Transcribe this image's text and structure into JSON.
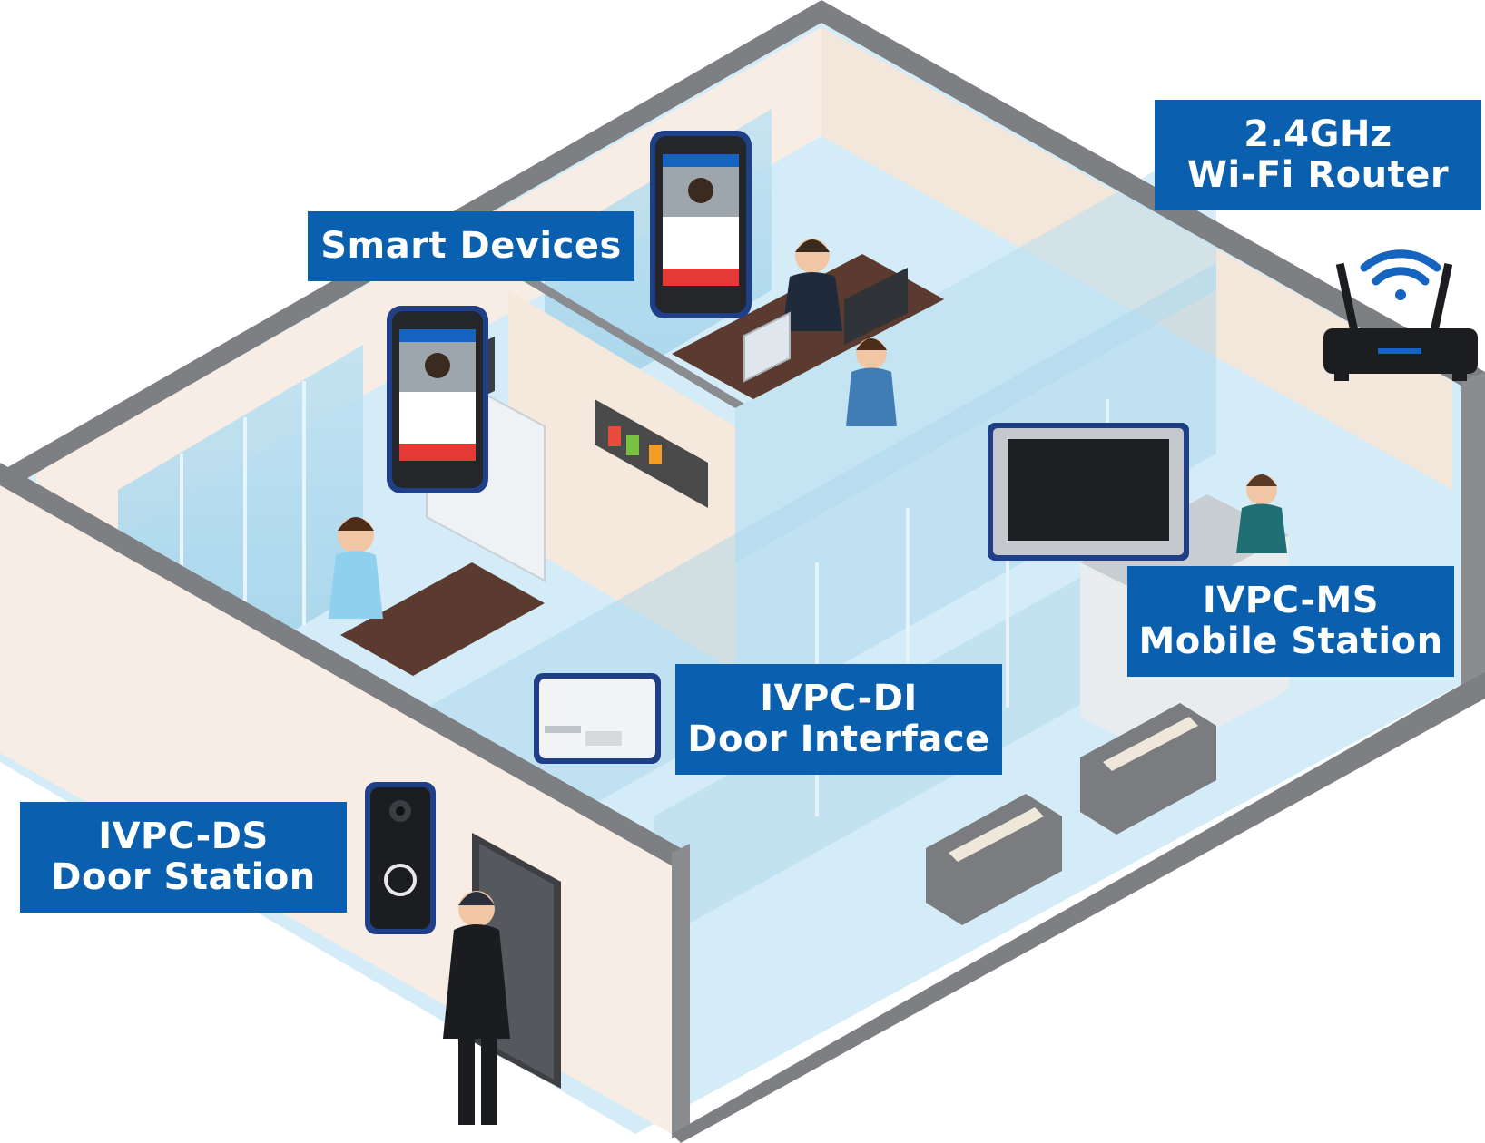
{
  "labels": {
    "smart_devices": {
      "line1": "Smart Devices"
    },
    "router": {
      "line1": "2.4GHz",
      "line2": "Wi-Fi Router"
    },
    "mobile_station": {
      "line1": "IVPC-MS",
      "line2": "Mobile Station"
    },
    "door_interface": {
      "line1": "IVPC-DI",
      "line2": "Door Interface"
    },
    "door_station": {
      "line1": "IVPC-DS",
      "line2": "Door Station"
    }
  },
  "colors": {
    "label_blue": "#0a5fae",
    "wall_gray": "#7d7f82",
    "wall_cream": "#f6ebe2",
    "floor_blue": "#cfe9f6",
    "glass": "#a9d6ec"
  },
  "icons": {
    "wifi": "wifi-icon",
    "router": "router-icon",
    "phone": "smartphone-icon",
    "monitor": "monitor-icon",
    "doorbell": "doorbell-icon",
    "interface_box": "door-interface-box-icon"
  }
}
